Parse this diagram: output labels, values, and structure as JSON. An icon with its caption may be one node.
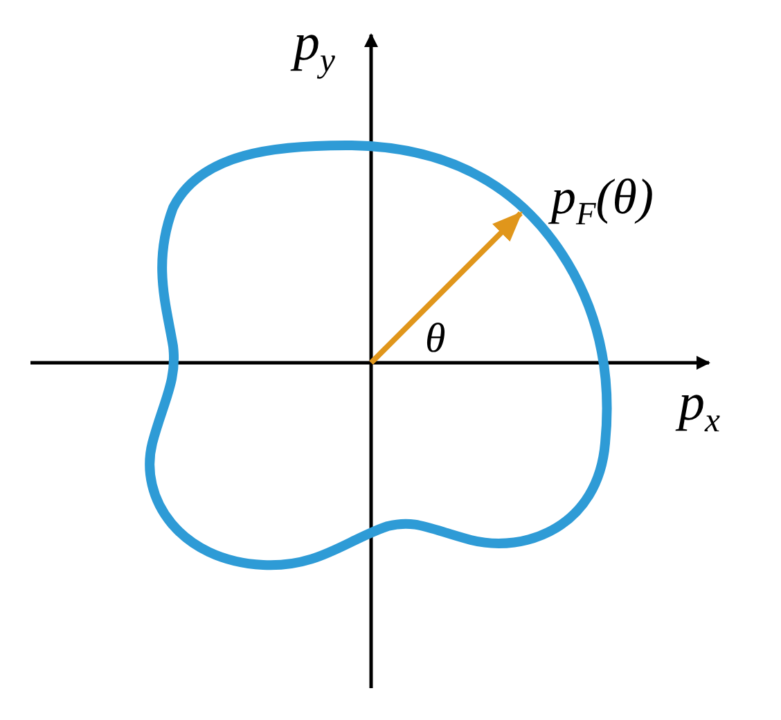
{
  "diagram": {
    "labels": [
      "p$_{y}$",
      "p$_{F}$(θ)",
      "θ",
      "p$_{x}$"
    ]
  }
}
